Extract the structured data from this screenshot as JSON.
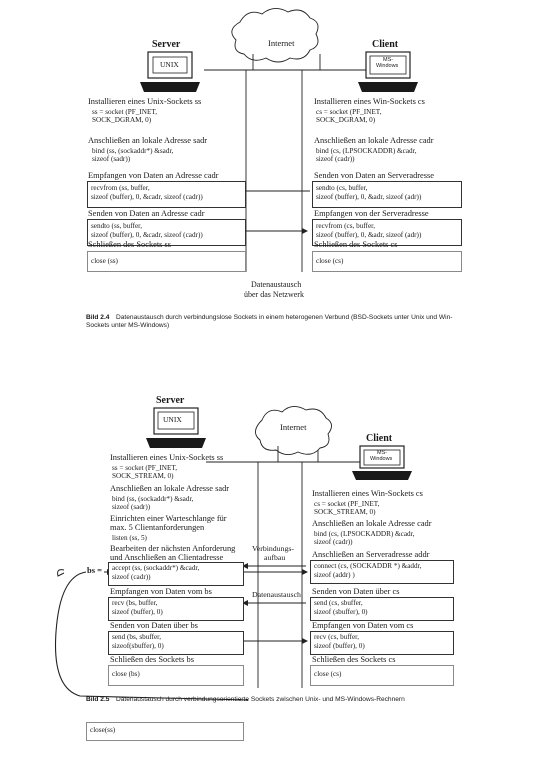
{
  "fig1": {
    "internet": "Internet",
    "server_title": "Server",
    "server_os": "UNIX",
    "client_title": "Client",
    "client_os": [
      "MS-",
      "Windows"
    ],
    "server_steps": [
      {
        "header": "Installieren eines Unix-Sockets ss",
        "code": [
          "ss = socket (PF_INET,",
          "SOCK_DGRAM, 0)"
        ]
      },
      {
        "header": "Anschließen an lokale Adresse sadr",
        "code": [
          "bind (ss, (sockaddr*) &sadr,",
          "sizeof (sadr))"
        ]
      },
      {
        "header": "Empfangen von Daten an Adresse cadr",
        "code": [
          "recvfrom (ss, buffer,",
          "sizeof (buffer), 0, &cadr, sizeof (cadr))"
        ]
      },
      {
        "header": "Senden von Daten an Adresse cadr",
        "code": [
          "sendto (ss, buffer,",
          "sizeof (buffer), 0, &cadr, sizeof (cadr))"
        ]
      },
      {
        "header": "Schließen des Sockets ss",
        "code": [
          "close (ss)"
        ]
      }
    ],
    "client_steps": [
      {
        "header": "Installieren eines Win-Sockets cs",
        "code": [
          "cs = socket (PF_INET,",
          "SOCK_DGRAM, 0)"
        ]
      },
      {
        "header": "Anschließen an lokale Adresse cadr",
        "code": [
          "bind (cs, (LPSOCKADDR) &cadr,",
          "sizeof (cadr))"
        ]
      },
      {
        "header": "Senden von Daten an Serveradresse",
        "code": [
          "sendto (cs, buffer,",
          "sizeof (buffer), 0, &adr, sizeof (adr))"
        ]
      },
      {
        "header": "Empfangen von der Serveradresse",
        "code": [
          "recvfrom (cs, buffer,",
          "sizeof (buffer), 0, &adr, sizeof (adr))"
        ]
      },
      {
        "header": "Schließen des Sockets cs",
        "code": [
          "close (cs)"
        ]
      }
    ],
    "exchange_label": [
      "Datenaustausch",
      "über das Netzwerk"
    ],
    "caption_label": "Bild 2.4",
    "caption_text": "Datenaustausch durch verbindungslose Sockets in einem heterogenen Verbund (BSD-Sockets unter Unix und Win-Sockets unter MS-Windows)"
  },
  "fig2": {
    "internet": "Internet",
    "server_title": "Server",
    "server_os": "UNIX",
    "client_title": "Client",
    "client_os": [
      "MS-",
      "Windows"
    ],
    "server_steps": [
      {
        "header": "Installieren eines Unix-Sockets ss",
        "code": [
          "ss = socket (PF_INET,",
          "SOCK_STREAM, 0)"
        ]
      },
      {
        "header": "Anschließen an lokale Adresse sadr",
        "code": [
          "bind (ss, (sockaddr*) &sadr,",
          "sizeof (sadr))"
        ]
      },
      {
        "header": "Einrichten einer Warteschlange für",
        "header2": "max. 5 Clientanforderungen",
        "code": [
          "listen (ss, 5)"
        ]
      },
      {
        "header": "Bearbeiten der nächsten Anforderung",
        "header2": "und Anschließen an Clientadresse",
        "code": [
          "accept (ss, (sockaddr*) &cadr,",
          "sizeof (cadr))"
        ]
      },
      {
        "header": "Empfangen von Daten vom bs",
        "code": [
          "recv (bs, buffer,",
          "sizeof (buffer), 0)"
        ]
      },
      {
        "header": "Senden von Daten über bs",
        "code": [
          "send (bs, sbuffer,",
          "sizeof(sbuffer), 0)"
        ]
      },
      {
        "header": "Schließen des Sockets bs",
        "code": [
          "close (bs)"
        ]
      }
    ],
    "client_steps": [
      {
        "header": "Installieren eines Win-Sockets cs",
        "code": [
          "cs = socket (PF_INET,",
          "SOCK_STREAM, 0)"
        ]
      },
      {
        "header": "Anschließen an lokale Adresse cadr",
        "code": [
          "bind (cs, (LPSOCKADDR) &cadr,",
          "sizeof (cadr))"
        ]
      },
      {
        "header": "Anschließen an Serveradresse addr",
        "code": [
          "connect (cs, (SOCKADDR *) &addr,",
          "sizeof (addr) )"
        ]
      },
      {
        "header": "Senden von Daten über cs",
        "code": [
          "send (cs, sbuffer,",
          "sizeof (sbuffer), 0)"
        ]
      },
      {
        "header": "Empfangen von Daten vom cs",
        "code": [
          "recv (cs, buffer,",
          "sizeof (buffer), 0)"
        ]
      },
      {
        "header": "Schließen des Sockets cs",
        "code": [
          "close (cs)"
        ]
      }
    ],
    "connect_label": [
      "Verbindungs-",
      "aufbau"
    ],
    "exchange_label": "Datenaustausch",
    "bs_label": "bs =",
    "caption_label": "Bild 2.5",
    "caption_text": "Datenaustausch durch verbindungsorientierte Sockets  zwischen Unix- und MS-Windows-Rechnern",
    "extra_box": "close(ss)"
  }
}
